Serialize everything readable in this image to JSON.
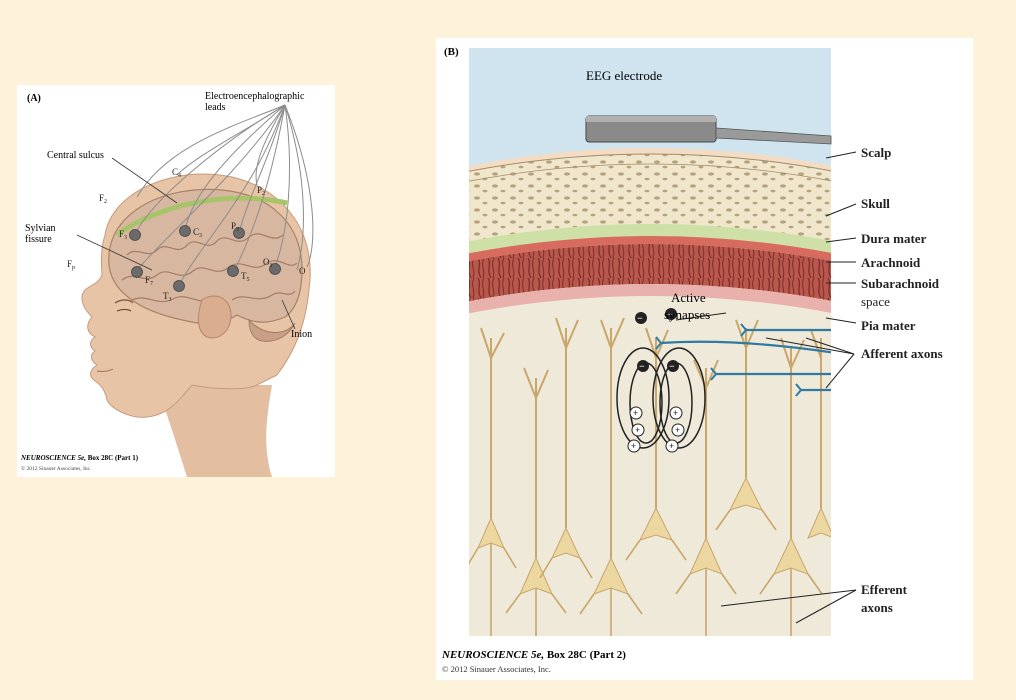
{
  "panel_a": {
    "tag": "(A)",
    "leads_label_line1": "Electroencephalographic",
    "leads_label_line2": "leads",
    "central_sulcus": "Central sulcus",
    "sylvian_line1": "Sylvian",
    "sylvian_line2": "fissure",
    "inion": "Inion",
    "electrodes": {
      "c3_top": "C",
      "f3_top": "F",
      "p3_top": "P",
      "f3": "F",
      "c3": "C",
      "p3": "P",
      "f7": "F",
      "t3": "T",
      "t5": "T",
      "o1": "O",
      "fp": "F",
      "o": "O"
    },
    "subscripts": {
      "c3_top": "4",
      "f3_top": "2",
      "p3_top": "2",
      "f3": "3",
      "c3": "3",
      "p3": "3",
      "f7": "7",
      "t3": "3",
      "t5": "5",
      "o1": "1",
      "fp": "p"
    },
    "caption_italic": "NEUROSCIENCE 5e,",
    "caption_rest": " Box 28C (Part 1)",
    "copyright": "© 2012 Sinauer Associates, Inc."
  },
  "panel_b": {
    "tag": "(B)",
    "electrode_label": "EEG electrode",
    "layers": {
      "scalp": "Scalp",
      "skull": "Skull",
      "dura": "Dura mater",
      "arachnoid": "Arachnoid",
      "subarachnoid_line1": "Subarachnoid",
      "subarachnoid_line2": "space",
      "pia": "Pia mater"
    },
    "active_line1": "Active",
    "active_line2": "synapses",
    "afferent": "Afferent axons",
    "efferent_line1": "Efferent",
    "efferent_line2": "axons",
    "caption_italic": "NEUROSCIENCE 5e,",
    "caption_rest": " Box 28C (Part 2)",
    "copyright": "© 2012 Sinauer Associates, Inc."
  },
  "colors": {
    "background": "#fdf3da",
    "sky": "#cfe4ef",
    "scalp": "#f3dcc3",
    "skull": "#efe6cb",
    "dura": "#cfe0a7",
    "arachnoid": "#b9574d",
    "pia": "#e9b1ab",
    "cortex": "#efe9da",
    "neuron": "#ecd7a0",
    "axon": "#2f7aa0",
    "skin": "#e8c4a6",
    "brain": "#d9b9a2"
  }
}
